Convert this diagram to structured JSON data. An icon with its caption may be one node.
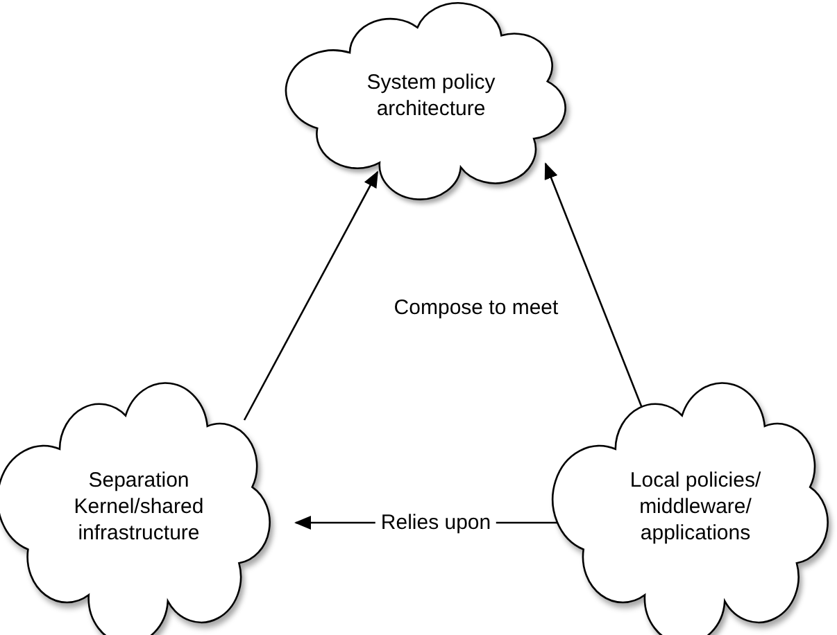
{
  "diagram": {
    "nodes": [
      {
        "text": [
          "System policy architecture"
        ]
      },
      {
        "text": [
          "Separation Kernel/shared infrastructure"
        ]
      },
      {
        "text": [
          "Local policies/ middleware/ applications"
        ]
      }
    ],
    "edges": [
      {
        "from": 1,
        "to": 0,
        "arrow": "to"
      },
      {
        "from": 2,
        "to": 0,
        "arrow": "to"
      },
      {
        "from": 2,
        "to": 1,
        "arrow": "to",
        "label": "Relies upon"
      }
    ],
    "labels": [
      "Compose to meet"
    ]
  }
}
